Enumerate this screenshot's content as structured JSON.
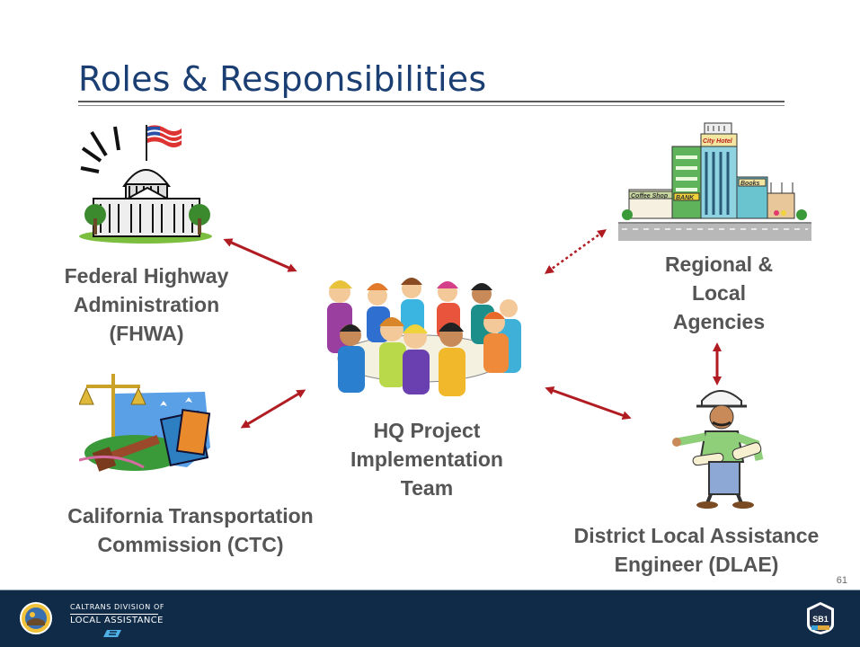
{
  "slide": {
    "title": "Roles & Responsibilities",
    "page_number": "61"
  },
  "nodes": {
    "fhwa": {
      "lines": [
        "Federal Highway",
        "Administration",
        "(FHWA)"
      ]
    },
    "ctc": {
      "lines": [
        "California Transportation",
        "Commission (CTC)"
      ]
    },
    "hq": {
      "lines": [
        "HQ Project",
        "Implementation",
        "Team"
      ]
    },
    "regional": {
      "lines": [
        "Regional &",
        "Local",
        "Agencies"
      ]
    },
    "dlae": {
      "lines": [
        "District Local Assistance",
        "Engineer (DLAE)"
      ]
    }
  },
  "city_signs": {
    "hotel": "City Hotel",
    "coffee": "Coffee Shop",
    "bank": "BANK",
    "books": "Books"
  },
  "footer": {
    "division_line1": "CALTRANS DIVISION OF",
    "division_line2": "LOCAL ASSISTANCE",
    "badge": "SB1"
  },
  "colors": {
    "title": "#1b3f73",
    "label": "#555555",
    "arrow": "#b01c22",
    "footer_bg": "#0f2b48"
  },
  "icons": [
    "capitol-icon",
    "scales-gavel-icon",
    "team-people-icon",
    "city-buildings-icon",
    "engineer-icon",
    "state-seal-icon",
    "caltrans-logo-icon",
    "sb1-badge-icon"
  ]
}
